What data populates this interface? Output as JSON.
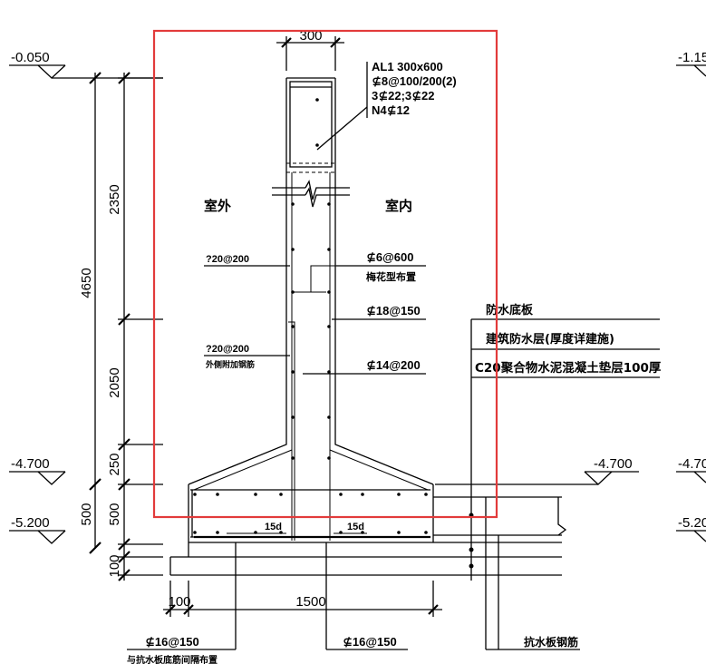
{
  "levels": {
    "top_left": "-0.050",
    "top_right_partial": "-1.15",
    "mid_left": "-4.700",
    "mid_right": "-4.700",
    "mid_far_right_partial": "-4.70",
    "bottom_left": "-5.200",
    "bottom_far_right_partial": "-5.20"
  },
  "dimensions": {
    "wall_thickness": "300",
    "total_height": "4650",
    "upper_segment": "2350",
    "lower_segment": "2050",
    "haunch": "250",
    "slab": "500",
    "cushion": "100",
    "base_width": "1500",
    "offset": "100",
    "anchorage_left": "15d",
    "anchorage_right": "15d"
  },
  "beam_callout": {
    "line1": "AL1 300x600",
    "line2": "⊈8@100/200(2)",
    "line3": "3⊈22;3⊈22",
    "line4": "N4⊈12"
  },
  "sides": {
    "outside": "室外",
    "inside": "室内"
  },
  "rebar_labels": {
    "left_upper": "?20@200",
    "left_lower": "?20@200",
    "left_lower_note": "外侧附加钢筋",
    "tie": "⊈6@600",
    "tie_note": "梅花型布置",
    "vertical_upper": "⊈18@150",
    "vertical_lower": "⊈14@200",
    "bottom_left": "⊈16@150",
    "bottom_left_note": "与抗水板底筋间隔布置",
    "bottom_mid": "⊈16@150",
    "slab_rebar": "抗水板钢筋"
  },
  "layers": {
    "title": "防水底板",
    "layer1": "建筑防水层(厚度详建施)",
    "layer2": "C20聚合物水泥混凝土垫层100厚"
  },
  "highlight_color": "#e23b3b"
}
